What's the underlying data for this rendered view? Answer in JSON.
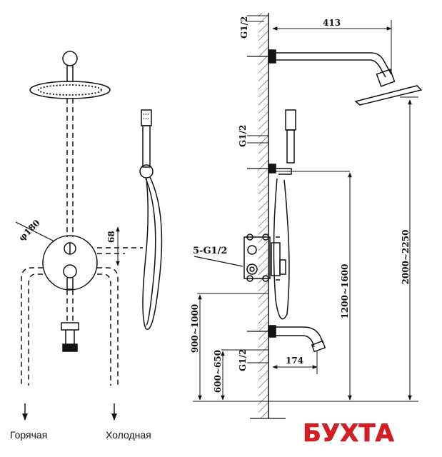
{
  "labels": {
    "hot": "Горячая",
    "cold": "Холодная"
  },
  "dimensions": {
    "arm_length": "413",
    "top_thread": "G1/2",
    "hand_thread": "G1/2",
    "spout_thread": "G1/2",
    "ports": "5-G1/2",
    "diameter": "φ180",
    "depth": "68",
    "height_total": "2000~2250",
    "height_holder": "1200~1600",
    "height_mixer": "900~1000",
    "height_spout": "600~650",
    "spout_reach": "174"
  },
  "logo": {
    "text": "БУХТА",
    "color": "#d81d22"
  }
}
